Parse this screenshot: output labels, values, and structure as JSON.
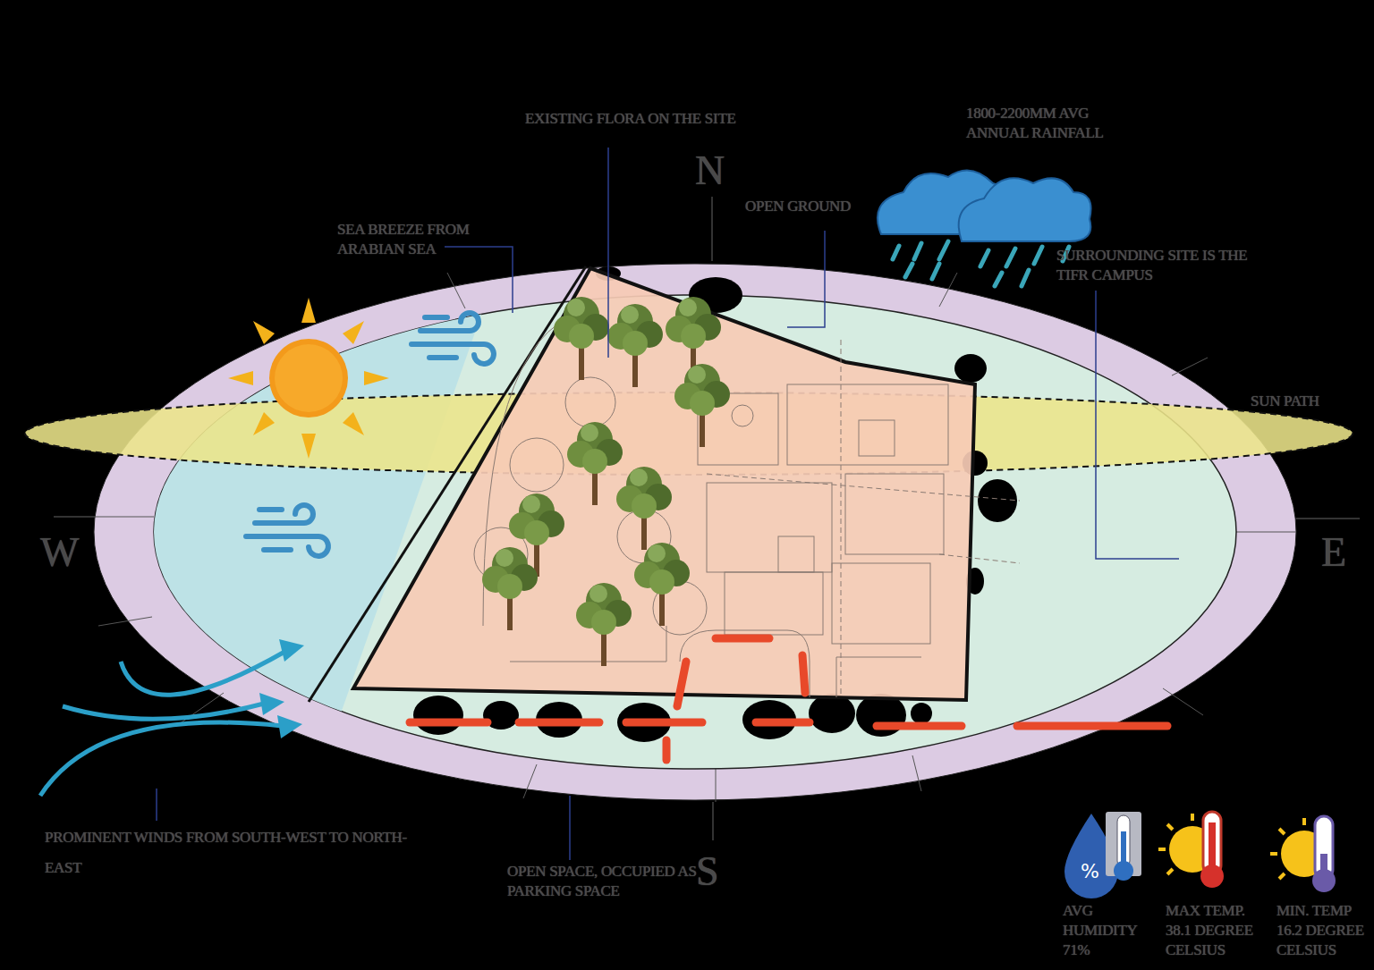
{
  "diagram": {
    "labels": [
      "EXISTING FLORA ON THE SITE",
      "1800-2200MM AVG ANNUAL RAINFALL",
      "N",
      "OPEN GROUND",
      "SEA BREEZE FROM ARABIAN SEA",
      "SURROUNDING SITE IS THE TIFR CAMPUS",
      "SUN PATH",
      "W",
      "E",
      "PROMINENT WINDS FROM SOUTH-WEST TO NORTH-EAST",
      "S",
      "OPEN SPACE, OCCUPIED AS PARKING SPACE",
      "AVG HUMIDITY 71%",
      "MAX TEMP. 38.1 DEGREE CELSIUS",
      "MIN. TEMP 16.2 DEGREE CELSIUS"
    ]
  }
}
